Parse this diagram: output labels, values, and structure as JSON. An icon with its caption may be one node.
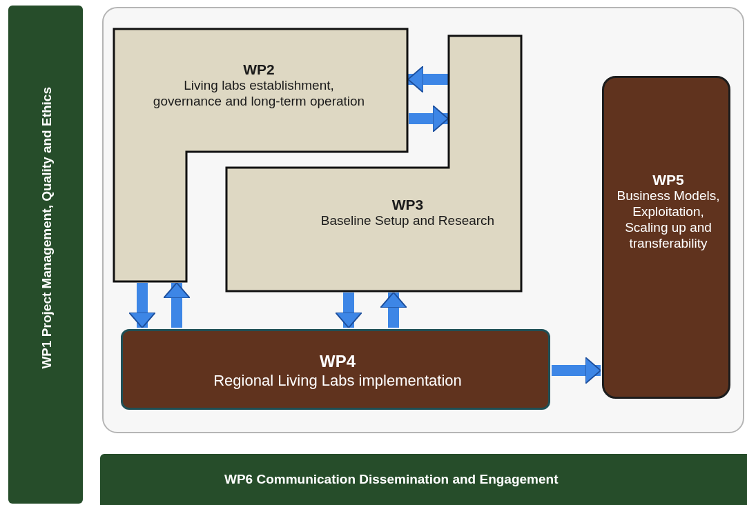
{
  "diagram": {
    "nodes": [
      {
        "text": [
          "WP1 Project Management, Quality and Ethics"
        ]
      },
      {
        "text": [
          "WP2",
          "Living labs establishment, governance and long-term operation"
        ]
      },
      {
        "text": [
          "WP3",
          "Baseline Setup and Research"
        ]
      },
      {
        "text": [
          "WP5",
          "Business Models, Exploitation, Scaling up and transferability"
        ]
      },
      {
        "text": [
          "WP4",
          "Regional Living Labs implementation"
        ]
      },
      {
        "text": [
          "WP6 Communication Dissemination and Engagement"
        ]
      }
    ],
    "edges": [
      {
        "from": 2,
        "to": 1,
        "arrow": "to"
      },
      {
        "from": 1,
        "to": 2,
        "arrow": "to"
      },
      {
        "from": 1,
        "to": 4,
        "arrow": "to"
      },
      {
        "from": 4,
        "to": 1,
        "arrow": "to"
      },
      {
        "from": 2,
        "to": 4,
        "arrow": "to"
      },
      {
        "from": 4,
        "to": 2,
        "arrow": "to"
      },
      {
        "from": 4,
        "to": 3,
        "arrow": "to"
      }
    ]
  }
}
